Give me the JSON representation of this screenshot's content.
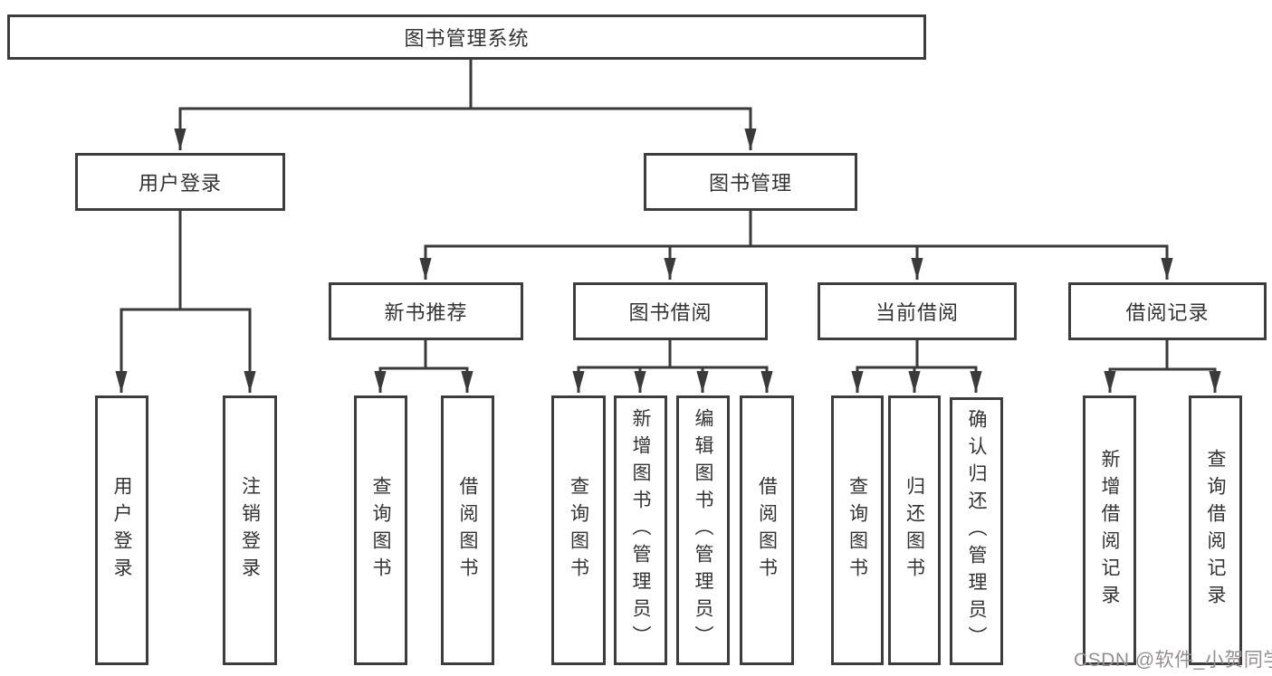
{
  "colors": {
    "background": "#ffffff",
    "line": "#3a3a3a",
    "box_border": "#3d3d3d",
    "box_fill": "#ffffff",
    "text": "#333333",
    "watermark": "#968e8e"
  },
  "tree": {
    "label": "图书管理系统",
    "children": [
      {
        "label": "用户登录",
        "children": [
          {
            "label": "用户登录"
          },
          {
            "label": "注销登录"
          }
        ]
      },
      {
        "label": "图书管理",
        "children": [
          {
            "label": "新书推荐",
            "children": [
              {
                "label": "查询图书"
              },
              {
                "label": "借阅图书"
              }
            ]
          },
          {
            "label": "图书借阅",
            "children": [
              {
                "label": "查询图书"
              },
              {
                "label": "新增图书（管理员）"
              },
              {
                "label": "编辑图书（管理员）"
              },
              {
                "label": "借阅图书"
              }
            ]
          },
          {
            "label": "当前借阅",
            "children": [
              {
                "label": "查询图书"
              },
              {
                "label": "归还图书"
              },
              {
                "label": "确认归还（管理员）"
              }
            ]
          },
          {
            "label": "借阅记录",
            "children": [
              {
                "label": "新增借阅记录"
              },
              {
                "label": "查询借阅记录"
              }
            ]
          }
        ]
      }
    ]
  },
  "watermark": {
    "text": "CSDN @软件_小贺同学"
  }
}
